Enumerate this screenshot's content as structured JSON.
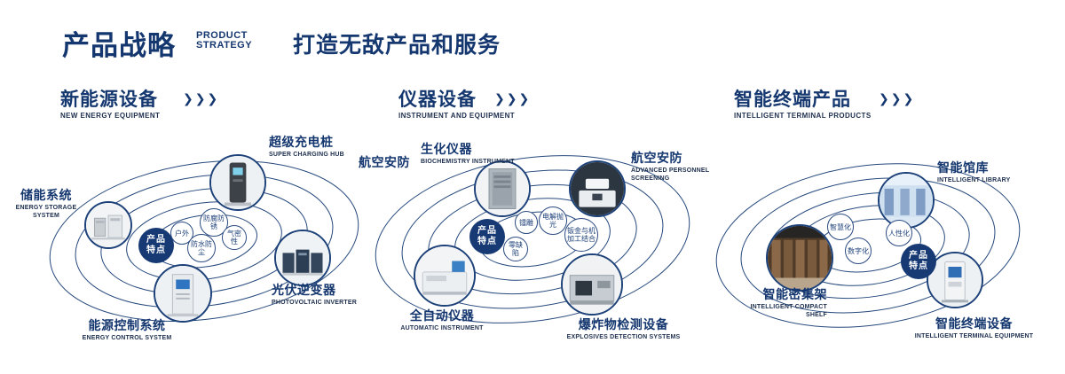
{
  "header": {
    "title_cn": "产品战略",
    "title_en_line1": "PRODUCT",
    "title_en_line2": "STRATEGY",
    "slogan": "打造无敌产品和服务"
  },
  "icons": {
    "chevrons": "❯❯❯"
  },
  "center_badge": {
    "line1": "产品",
    "line2": "特点"
  },
  "sections": [
    {
      "title": "新能源设备",
      "subtitle": "NEW ENERGY EQUIPMENT",
      "tags": [
        "户外",
        "防腐防锈",
        "气密性",
        "防水防尘"
      ],
      "products": [
        {
          "name": "储能系统",
          "en": "ENERGY STORAGE SYSTEM"
        },
        {
          "name": "超级充电桩",
          "en": "SUPER CHARGING HUB"
        },
        {
          "name": "光伏逆变器",
          "en": "PHOTOVOLTAIC INVERTER"
        },
        {
          "name": "能源控制系统",
          "en": "ENERGY CONTROL SYSTEM"
        }
      ]
    },
    {
      "title": "仪器设备",
      "subtitle": "INSTRUMENT AND EQUIPMENT",
      "aviation_label": "航空安防",
      "tags": [
        "镭雕",
        "电解抛光",
        "钣金与机加工结合",
        "零缺陷"
      ],
      "products": [
        {
          "name": "生化仪器",
          "en": "BIOCHEMISTRY INSTRUMENT"
        },
        {
          "name": "航空安防",
          "en": "ADVANCED PERSONNEL SCREENING"
        },
        {
          "name": "全自动仪器",
          "en": "AUTOMATIC INSTRUMENT"
        },
        {
          "name": "爆炸物检测设备",
          "en": "EXPLOSIVES DETECTION SYSTEMS"
        }
      ]
    },
    {
      "title": "智能终端产品",
      "subtitle": "INTELLIGENT TERMINAL PRODUCTS",
      "tags": [
        "智慧化",
        "人性化",
        "数字化"
      ],
      "products": [
        {
          "name": "智能馆库",
          "en": "INTELLIGENT LIBRARY"
        },
        {
          "name": "智能密集架",
          "en": "INTELLIGENT COMPACT SHELF"
        },
        {
          "name": "智能终端设备",
          "en": "INTELLIGENT TERMINAL EQUIPMENT"
        }
      ]
    }
  ]
}
